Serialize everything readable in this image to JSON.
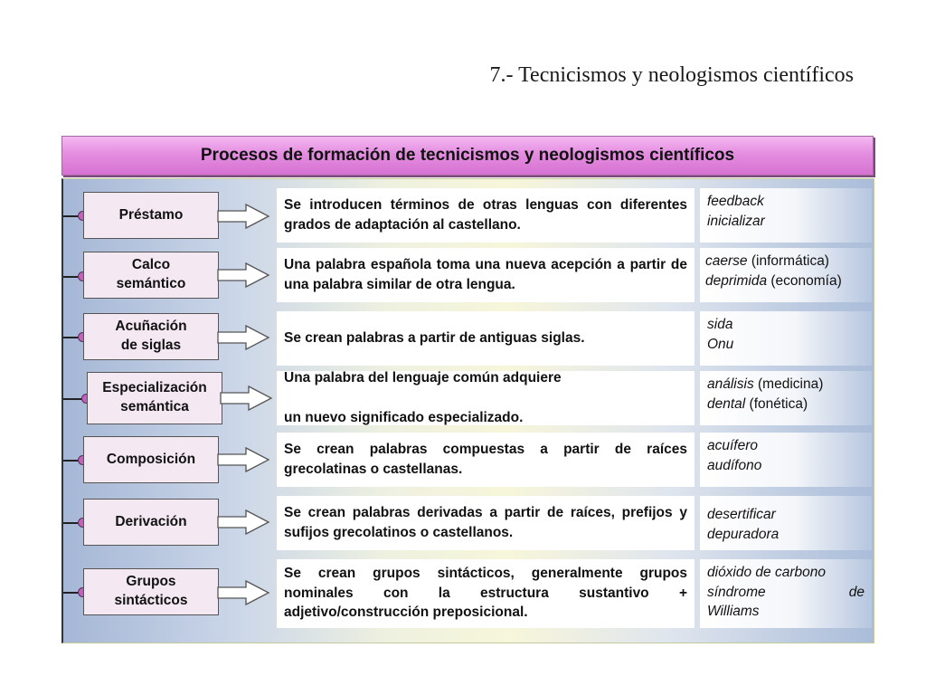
{
  "title": "7.- Tecnicismos y neologismos científicos",
  "banner": "Procesos de formación de tecnicismos y neologismos científicos",
  "rows": [
    {
      "label_lines": [
        "Préstamo"
      ],
      "description": "Se introducen términos de otras lenguas con diferentes grados de adaptación al castellano.",
      "examples": [
        {
          "term": "feedback",
          "note": ""
        },
        {
          "term": "inicializar",
          "note": ""
        }
      ]
    },
    {
      "label_lines": [
        "Calco",
        "semántico"
      ],
      "description": "Una palabra española toma una nueva acepción a partir de una palabra similar de otra lengua.",
      "examples": [
        {
          "term": "caerse",
          "note": "(informática)"
        },
        {
          "term": "deprimida",
          "note": "(economía)"
        }
      ]
    },
    {
      "label_lines": [
        "Acuñación",
        "de siglas"
      ],
      "description": "Se crean palabras a partir de antiguas siglas.",
      "examples": [
        {
          "term": "sida",
          "note": ""
        },
        {
          "term": "Onu",
          "note": ""
        }
      ]
    },
    {
      "label_lines": [
        "Especialización",
        "semántica"
      ],
      "description_lines": [
        "Una palabra del lenguaje común adquiere",
        "un nuevo significado especializado."
      ],
      "examples": [
        {
          "term": "análisis",
          "note": "(medicina)"
        },
        {
          "term": "dental",
          "note": "(fonética)"
        }
      ]
    },
    {
      "label_lines": [
        "Composición"
      ],
      "description": "Se crean palabras compuestas a partir de raíces grecolatinas o castellanas.",
      "examples": [
        {
          "term": "acuífero",
          "note": ""
        },
        {
          "term": "audífono",
          "note": ""
        }
      ]
    },
    {
      "label_lines": [
        "Derivación"
      ],
      "description": "Se crean palabras derivadas a partir de raíces, prefijos y sufijos grecolatinos o castellanos.",
      "examples": [
        {
          "term": "desertificar",
          "note": ""
        },
        {
          "term": "depuradora",
          "note": ""
        }
      ]
    },
    {
      "label_lines": [
        "Grupos",
        "sintácticos"
      ],
      "description": "Se crean grupos sintácticos, generalmente grupos nominales con la estructura sustantivo + adjetivo/construcción preposicional.",
      "examples_lines": [
        "dióxido de carbono",
        "síndrome de",
        "Williams"
      ]
    }
  ]
}
